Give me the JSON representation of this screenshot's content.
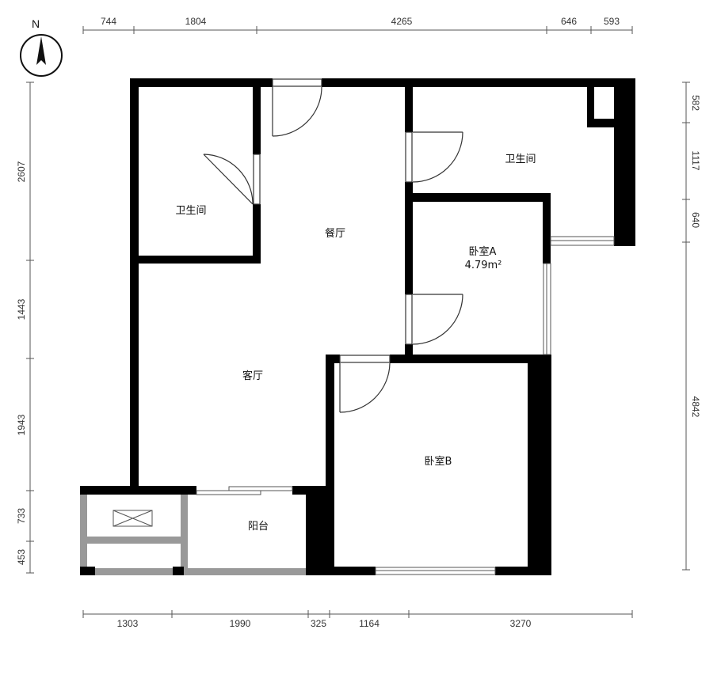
{
  "compass": {
    "label": "N"
  },
  "dimensions": {
    "top": [
      "744",
      "1804",
      "4265",
      "646",
      "593"
    ],
    "bottom": [
      "1303",
      "1990",
      "325",
      "1164",
      "3270"
    ],
    "left": [
      "2607",
      "1443",
      "1943",
      "733",
      "453"
    ],
    "right": [
      "582",
      "1117",
      "640",
      "4842"
    ]
  },
  "rooms": {
    "bathroom_left": "卫生间",
    "dining": "餐厅",
    "bathroom_right": "卫生间",
    "bedroom_a": "卧室A",
    "bedroom_a_area": "4.79m²",
    "living": "客厅",
    "bedroom_b": "卧室B",
    "balcony": "阳台"
  },
  "colors": {
    "wall": "#000000",
    "balcony_wall": "#999999",
    "dimension_line": "#555555"
  }
}
